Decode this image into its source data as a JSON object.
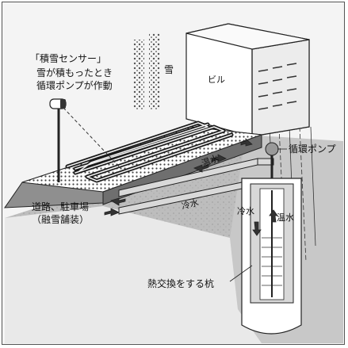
{
  "labels": {
    "sensor_title": "「積雪センサー」",
    "sensor_desc_1": "雪が積もったとき",
    "sensor_desc_2": "循環ポンプが作動",
    "snow": "雪",
    "building": "ビル",
    "pump": "循環ポンプ",
    "warm_water_top": "温水",
    "cold_water_top": "冷水",
    "road_1": "道路、駐車場",
    "road_2": "（融雪舗装）",
    "cold_water_well": "冷水",
    "warm_water_well": "温水",
    "heat_exchange_pile": "熱交換をする杭"
  }
}
